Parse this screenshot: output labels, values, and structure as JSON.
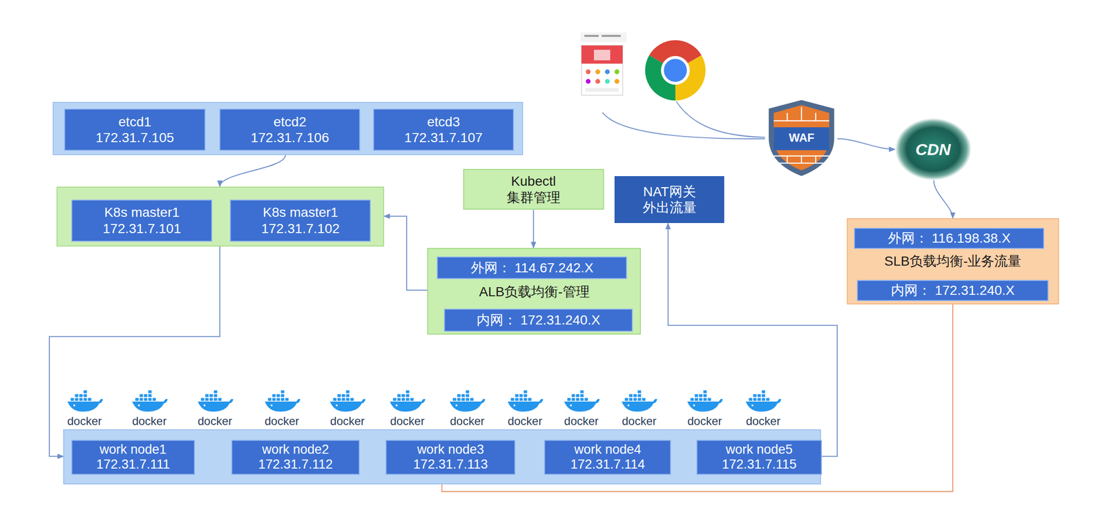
{
  "diagram": {
    "nodes": [
      {
        "text": []
      },
      {
        "text": [
          "etcd1",
          "172.31.7.105"
        ],
        "in": 0
      },
      {
        "text": [
          "etcd2",
          "172.31.7.106"
        ],
        "in": 0
      },
      {
        "text": [
          "etcd3",
          "172.31.7.107"
        ],
        "in": 0
      },
      {
        "text": [
          "WAF"
        ]
      },
      {
        "text": [
          "CDN"
        ]
      },
      {
        "text": [
          "Kubectl",
          "集群管理"
        ]
      },
      {
        "text": [
          "NAT网关",
          "外出流量"
        ]
      },
      {
        "text": []
      },
      {
        "text": [
          "K8s master1",
          "172.31.7.101"
        ],
        "in": 8
      },
      {
        "text": [
          "K8s master1",
          "172.31.7.102"
        ],
        "in": 8
      },
      {
        "text": [
          "SLB负载均衡-业务流量"
        ]
      },
      {
        "text": [
          "外网： 116.198.38.X"
        ],
        "in": 11
      },
      {
        "text": [
          "内网： 172.31.240.X"
        ],
        "in": 11
      },
      {
        "text": [
          "ALB负载均衡-管理"
        ]
      },
      {
        "text": [
          "外网： 114.67.242.X"
        ],
        "in": 14
      },
      {
        "text": [
          "内网： 172.31.240.X"
        ],
        "in": 14
      },
      {
        "text": []
      },
      {
        "text": [
          "work node1",
          "172.31.7.111"
        ],
        "in": 17
      },
      {
        "text": [
          "work node2",
          "172.31.7.112"
        ],
        "in": 17
      },
      {
        "text": [
          "work node3",
          "172.31.7.113"
        ],
        "in": 17
      },
      {
        "text": [
          "work node4",
          "172.31.7.114"
        ],
        "in": 17
      },
      {
        "text": [
          "work node5",
          "172.31.7.115"
        ],
        "in": 17
      }
    ],
    "edges": [
      {
        "from": 0,
        "to": 8,
        "arrow": "to"
      },
      {
        "from": 6,
        "to": 14,
        "arrow": "to"
      },
      {
        "from": 14,
        "to": 8,
        "arrow": "to"
      },
      {
        "from": 8,
        "to": 17,
        "arrow": "to"
      },
      {
        "from": 22,
        "to": 7,
        "arrow": "to"
      },
      {
        "from": 4,
        "to": 5,
        "arrow": "to"
      },
      {
        "from": 5,
        "to": 11,
        "arrow": "to"
      },
      {
        "from": 11,
        "to": 20,
        "arrow": "to"
      }
    ],
    "labels": [
      "docker",
      "docker",
      "docker",
      "docker",
      "docker",
      "docker",
      "docker",
      "docker",
      "docker",
      "docker",
      "docker",
      "docker"
    ]
  }
}
